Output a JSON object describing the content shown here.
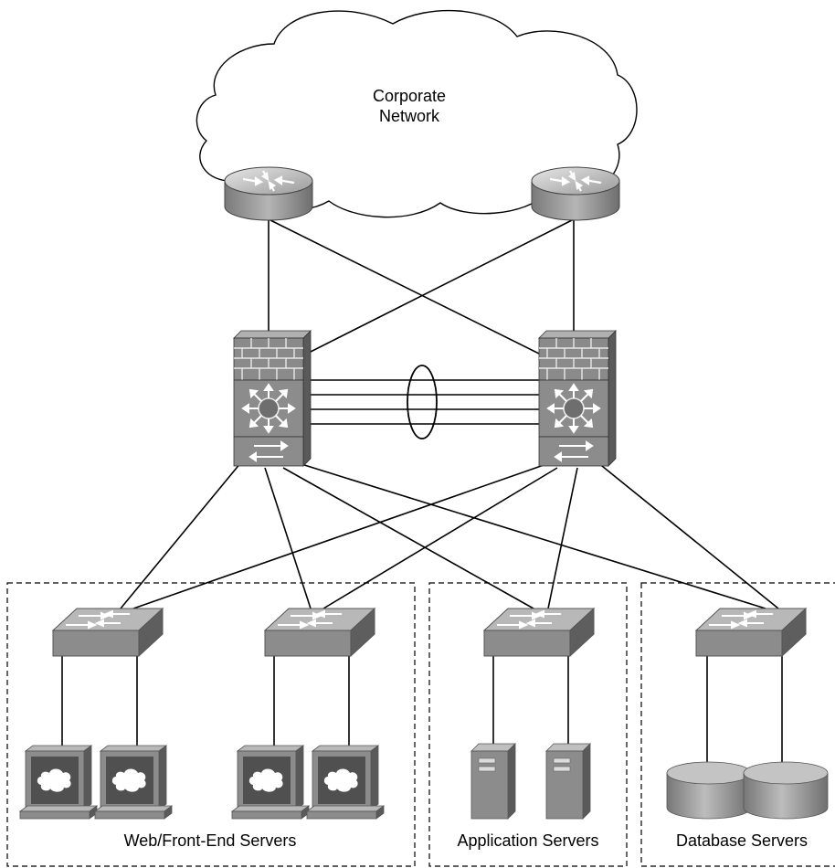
{
  "cloud": {
    "label_line1": "Corporate",
    "label_line2": "Network"
  },
  "groups": {
    "web": {
      "label": "Web/Front-End Servers"
    },
    "app": {
      "label": "Application Servers"
    },
    "db": {
      "label": "Database Servers"
    }
  },
  "colors": {
    "device_fill": "#8c8c8c",
    "device_dark": "#5e5e5e",
    "device_light": "#bdbdbd",
    "line": "#000000"
  },
  "icons": {
    "router": "router-icon",
    "core": "firewall-multilayer-switch-icon",
    "access": "workgroup-switch-icon",
    "web": "web-server-terminal-icon",
    "app": "tower-server-icon",
    "db": "database-cylinder-icon"
  }
}
